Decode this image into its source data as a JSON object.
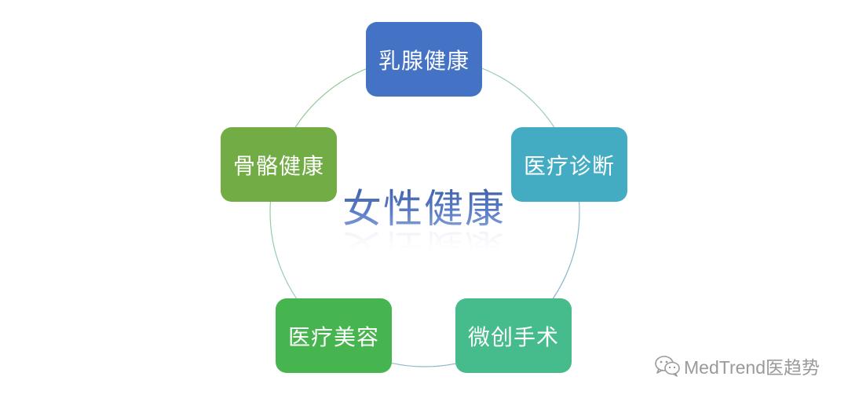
{
  "diagram": {
    "center_title": "女性健康",
    "nodes": [
      {
        "label": "乳腺健康",
        "color": "#4472c4"
      },
      {
        "label": "医疗诊断",
        "color": "#44acc2"
      },
      {
        "label": "微创手术",
        "color": "#46bb8c"
      },
      {
        "label": "医疗美容",
        "color": "#46b54f"
      },
      {
        "label": "骨骼健康",
        "color": "#71ac44"
      }
    ]
  },
  "watermark": {
    "text": "MedTrend医趋势",
    "icon": "wechat-icon"
  }
}
